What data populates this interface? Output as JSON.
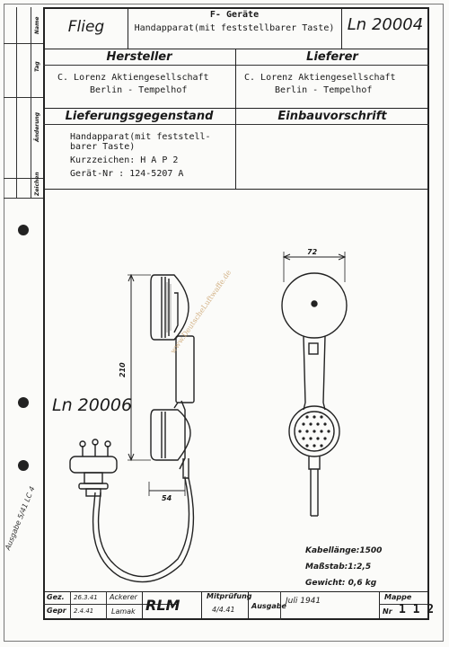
{
  "header": {
    "category": "Flieg",
    "type_prefix": "F- Geräte",
    "item_name": "Handapparat(mit feststellbarer Taste)",
    "number": "Ln 20004"
  },
  "side_labels": [
    "Name",
    "Tag",
    "Änderung",
    "Zeichen"
  ],
  "manufacturer": {
    "heading": "Hersteller",
    "lines": [
      "C. Lorenz Aktiengesellschaft",
      "Berlin - Tempelhof"
    ]
  },
  "supplier": {
    "heading": "Lieferer",
    "lines": [
      "C. Lorenz Aktiengesellschaft",
      "Berlin - Tempelhof"
    ]
  },
  "delivery": {
    "heading": "Lieferungsgegenstand",
    "lines": [
      "Handapparat(mit feststell-",
      "barer Taste)",
      "Kurzzeichen: H A P 2",
      "Gerät-Nr : 124-5207 A"
    ]
  },
  "installation": {
    "heading": "Einbauvorschrift"
  },
  "drawing": {
    "ref_number": "Ln 20006",
    "dim_width": "72",
    "dim_height": "210",
    "dim_plug": "54",
    "watermark": "www.DeutscheLuftwaffe.de",
    "notes": [
      "Kabellänge:1500",
      "Maßstab:1:2,5",
      "Gewicht: 0,6 kg"
    ],
    "margin_note": "Ausgabe 5/41 LC 4"
  },
  "title_block": {
    "gez_label": "Gez.",
    "gepr_label": "Gepr",
    "gez_date": "26.3.41",
    "gepr_date": "2.4.41",
    "gez_sign": "Ackerer",
    "gepr_sign": "Lamak",
    "org": "RLM",
    "mitpruefung_label": "Mitprüfung",
    "mitpruefung_sign": "4/4.41",
    "ausgabe_label": "Ausgabe",
    "ausgabe_value": "Juli 1941",
    "mappe_label": "Mappe",
    "mappe_nr_label": "Nr",
    "mappe_nr": "1 1 2"
  }
}
